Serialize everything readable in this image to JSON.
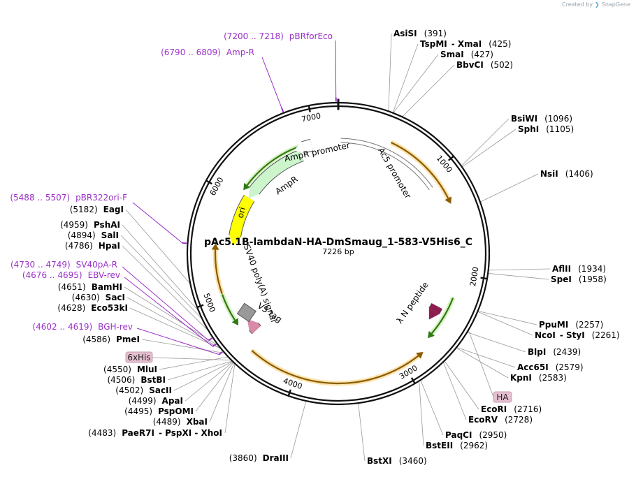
{
  "credit": {
    "prefix": "Created by",
    "brand": "SnapGene"
  },
  "plasmid": {
    "name": "pAc5.1B-lambdaN-HA-DmSmaug_1-583-V5His6_C",
    "size_label": "7226 bp",
    "length": 7226
  },
  "ticks": [
    "1000",
    "2000",
    "3000",
    "4000",
    "5000",
    "6000",
    "7000"
  ],
  "features": [
    {
      "label": "Ac5 promoter",
      "start": 25,
      "end": 1105,
      "dir": "cw",
      "color": "#ffffff",
      "shape": "thin-arrow"
    },
    {
      "label": "λ N peptide",
      "start": 2370,
      "end": 2430,
      "dir": "cw",
      "color": "#8e1d4e",
      "shape": "arrow"
    },
    {
      "label": "V5 tag",
      "start": 4555,
      "end": 4600,
      "dir": "cw",
      "color": "#d98aa8",
      "shape": "arrow"
    },
    {
      "label": "SV40 poly(A) signal",
      "start": 4705,
      "end": 4825,
      "dir": "cw",
      "color": "#999999",
      "shape": "box"
    },
    {
      "label": "ori",
      "start": 5610,
      "end": 6060,
      "dir": "ccw",
      "color": "#ffff00",
      "shape": "arrow"
    },
    {
      "label": "AmpR",
      "start": 6160,
      "end": 6815,
      "dir": "ccw",
      "color": "#ccf5cc",
      "shape": "arrow"
    },
    {
      "label": "AmpR promoter",
      "start": 6860,
      "end": 6950,
      "dir": "ccw",
      "color": "#ffffff",
      "shape": "arrow"
    }
  ],
  "boxed_labels": [
    {
      "label": "6xHis"
    },
    {
      "label": "HA"
    }
  ],
  "orfs": [
    {
      "start": 510,
      "end": 1270,
      "dir": "cw",
      "color": "#f0a830"
    },
    {
      "start": 2230,
      "end": 2620,
      "dir": "cw",
      "color": "#66cc33"
    },
    {
      "start": 2850,
      "end": 4450,
      "dir": "ccw",
      "color": "#f0a830"
    },
    {
      "start": 4760,
      "end": 5030,
      "dir": "ccw",
      "color": "#66cc33"
    },
    {
      "start": 5035,
      "end": 5455,
      "dir": "cw",
      "color": "#f0a830"
    },
    {
      "start": 6160,
      "end": 6920,
      "dir": "ccw",
      "color": "#66cc33"
    }
  ],
  "restriction_sites": [
    {
      "name": "AsiSI",
      "pos_label": "(391)",
      "pos": 391
    },
    {
      "name": "TspMI",
      "extra": "-  XmaI",
      "pos_label": "(425)",
      "pos": 425
    },
    {
      "name": "SmaI",
      "pos_label": "(427)",
      "pos": 427
    },
    {
      "name": "BbvCI",
      "pos_label": "(502)",
      "pos": 502
    },
    {
      "name": "BsiWI",
      "pos_label": "(1096)",
      "pos": 1096
    },
    {
      "name": "SphI",
      "pos_label": "(1105)",
      "pos": 1105
    },
    {
      "name": "NsiI",
      "pos_label": "(1406)",
      "pos": 1406
    },
    {
      "name": "AflII",
      "pos_label": "(1934)",
      "pos": 1934
    },
    {
      "name": "SpeI",
      "pos_label": "(1958)",
      "pos": 1958
    },
    {
      "name": "PpuMI",
      "pos_label": "(2257)",
      "pos": 2257
    },
    {
      "name": "NcoI",
      "extra": "-  StyI",
      "pos_label": "(2261)",
      "pos": 2261
    },
    {
      "name": "BlpI",
      "pos_label": "(2439)",
      "pos": 2439
    },
    {
      "name": "Acc65I",
      "pos_label": "(2579)",
      "pos": 2579
    },
    {
      "name": "KpnI",
      "pos_label": "(2583)",
      "pos": 2583
    },
    {
      "name": "EcoRI",
      "pos_label": "(2716)",
      "pos": 2716
    },
    {
      "name": "EcoRV",
      "pos_label": "(2728)",
      "pos": 2728
    },
    {
      "name": "PaqCI",
      "pos_label": "(2950)",
      "pos": 2950
    },
    {
      "name": "BstEII",
      "pos_label": "(2962)",
      "pos": 2962
    },
    {
      "name": "BstXI",
      "pos_label": "(3460)",
      "pos": 3460
    },
    {
      "name": "DraIII",
      "pos_label": "(3860)",
      "pos": 3860
    },
    {
      "name": "PaeR7I",
      "extra": "-  PspXI  -  XhoI",
      "pos_label": "(4483)",
      "pos": 4483
    },
    {
      "name": "XbaI",
      "pos_label": "(4489)",
      "pos": 4489
    },
    {
      "name": "PspOMI",
      "pos_label": "(4495)",
      "pos": 4495
    },
    {
      "name": "ApaI",
      "pos_label": "(4499)",
      "pos": 4499
    },
    {
      "name": "SacII",
      "pos_label": "(4502)",
      "pos": 4502
    },
    {
      "name": "BstBI",
      "pos_label": "(4506)",
      "pos": 4506
    },
    {
      "name": "MluI",
      "pos_label": "(4550)",
      "pos": 4550
    },
    {
      "name": "PmeI",
      "pos_label": "(4586)",
      "pos": 4586
    },
    {
      "name": "Eco53kI",
      "pos_label": "(4628)",
      "pos": 4628
    },
    {
      "name": "SacI",
      "pos_label": "(4630)",
      "pos": 4630
    },
    {
      "name": "BamHI",
      "pos_label": "(4651)",
      "pos": 4651
    },
    {
      "name": "HpaI",
      "pos_label": "(4786)",
      "pos": 4786
    },
    {
      "name": "SalI",
      "pos_label": "(4894)",
      "pos": 4894
    },
    {
      "name": "PshAI",
      "pos_label": "(4959)",
      "pos": 4959
    },
    {
      "name": "EagI",
      "pos_label": "(5182)",
      "pos": 5182
    }
  ],
  "primers": [
    {
      "name": "pBRforEco",
      "range_label": "(7200 .. 7218)",
      "pos": 7209
    },
    {
      "name": "Amp-R",
      "range_label": "(6790 .. 6809)",
      "pos": 6800
    },
    {
      "name": "pBR322ori-F",
      "range_label": "(5488 .. 5507)",
      "pos": 5497
    },
    {
      "name": "SV40pA-R",
      "range_label": "(4730 .. 4749)",
      "pos": 4740
    },
    {
      "name": "EBV-rev",
      "range_label": "(4676 .. 4695)",
      "pos": 4686
    },
    {
      "name": "BGH-rev",
      "range_label": "(4602 .. 4619)",
      "pos": 4610
    }
  ]
}
